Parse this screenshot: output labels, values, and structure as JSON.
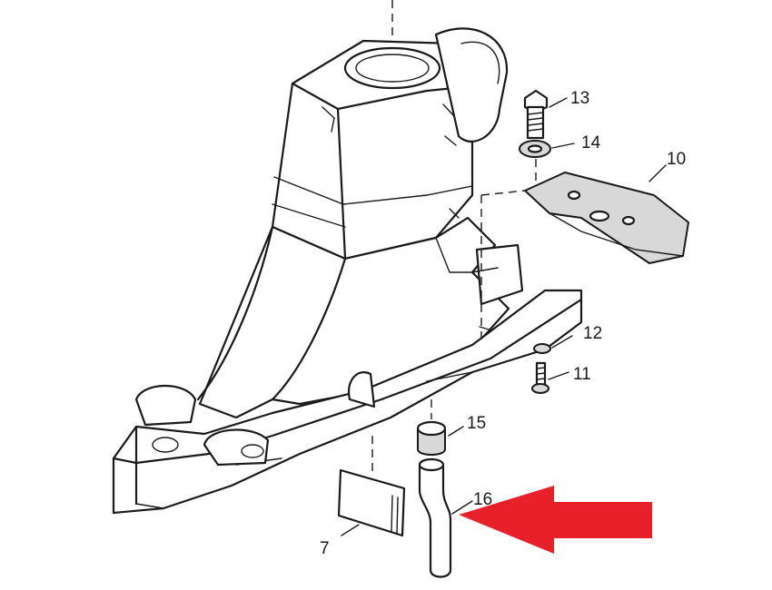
{
  "callouts": {
    "c7": "7",
    "c10": "10",
    "c11": "11",
    "c12": "12",
    "c13": "13",
    "c14": "14",
    "c15": "15",
    "c16": "16"
  },
  "colors": {
    "arrow": "#e8202a",
    "line": "#1a1a1a",
    "background": "#ffffff"
  }
}
